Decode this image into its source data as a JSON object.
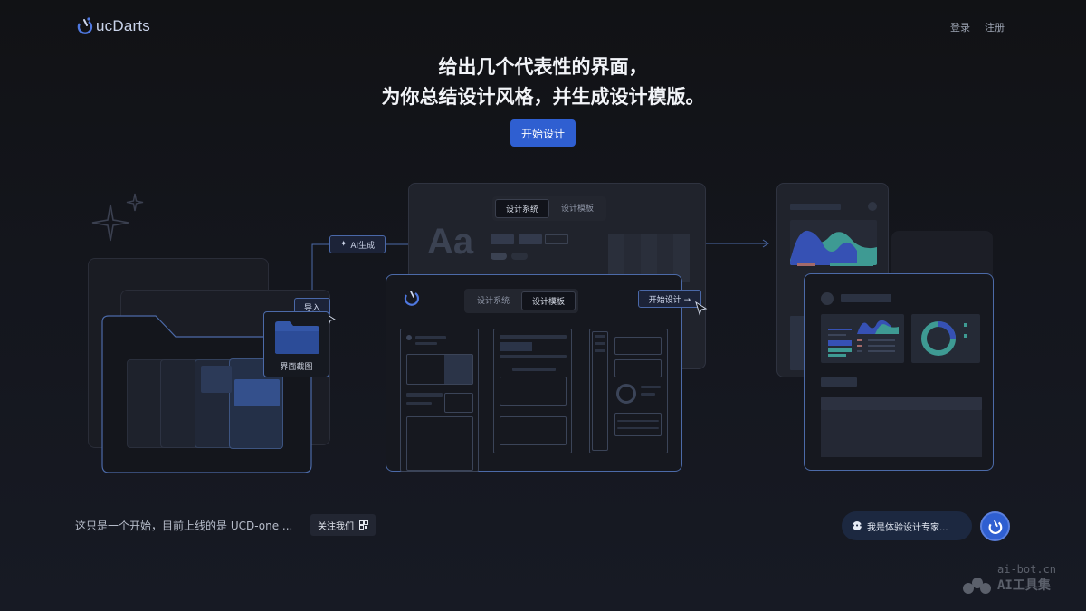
{
  "header": {
    "logo_text": "ucDarts",
    "nav": {
      "login": "登录",
      "register": "注册"
    }
  },
  "hero": {
    "headline_line1": "给出几个代表性的界面，",
    "headline_line2": "为你总结设计风格，并生成设计模版。",
    "cta_label": "开始设计"
  },
  "flow": {
    "import_label": "导入",
    "folder_label": "界面截图",
    "ai_label": "AI生成",
    "back_panel": {
      "tabs": [
        "设计系统",
        "设计模板"
      ],
      "active_tab": 0,
      "type_sample": "Aa"
    },
    "front_panel": {
      "tabs": [
        "设计系统",
        "设计模板"
      ],
      "active_tab": 1,
      "start_label": "开始设计 →"
    }
  },
  "footer": {
    "intro_text": "这只是一个开始，目前上线的是 UCD-one ...",
    "follow_label": "关注我们",
    "expert_label": "我是体验设计专家...",
    "watermark_top": "ai-bot.cn",
    "watermark_bottom": "AI工具集"
  },
  "colors": {
    "accent": "#2f5fd1",
    "panel_border": "#4c6aa8",
    "chart_blue": "#3651b4",
    "chart_teal": "#3e9a93"
  },
  "icons": {
    "logo": "ucdarts-logo-icon",
    "sparkle": "sparkle-icon",
    "folder": "folder-icon",
    "cursor": "cursor-icon",
    "qr": "qr-code-icon",
    "chat": "chat-bubble-icon"
  }
}
